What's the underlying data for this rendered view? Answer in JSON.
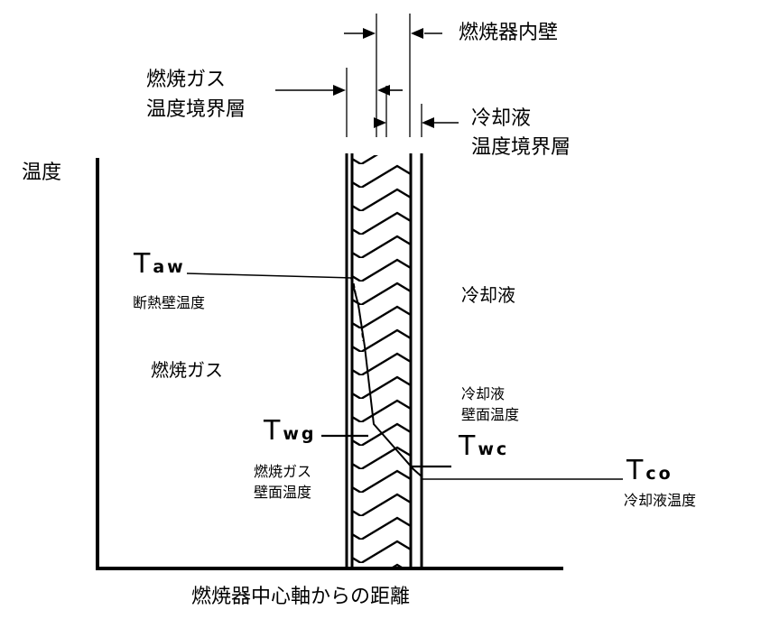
{
  "labels": {
    "burner_inner_wall": "燃焼器内壁",
    "gas_boundary_layer": [
      "燃焼ガス",
      "温度境界層"
    ],
    "coolant_boundary_layer": [
      "冷却液",
      "温度境界層"
    ],
    "temperature_axis": "温度",
    "coolant_region": "冷却液",
    "gas_region": "燃焼ガス",
    "distance_axis": "燃焼器中心軸からの距離"
  },
  "symbols": {
    "taw": {
      "main": "T",
      "sub": "aw",
      "desc": "断熱壁温度"
    },
    "twg": {
      "main": "T",
      "sub": "wg",
      "desc": [
        "燃焼ガス",
        "壁面温度"
      ]
    },
    "twc": {
      "main": "T",
      "sub": "wc",
      "desc": [
        "冷却液",
        "壁面温度"
      ]
    },
    "tco": {
      "main": "T",
      "sub": "co",
      "desc": "冷却液温度"
    }
  }
}
